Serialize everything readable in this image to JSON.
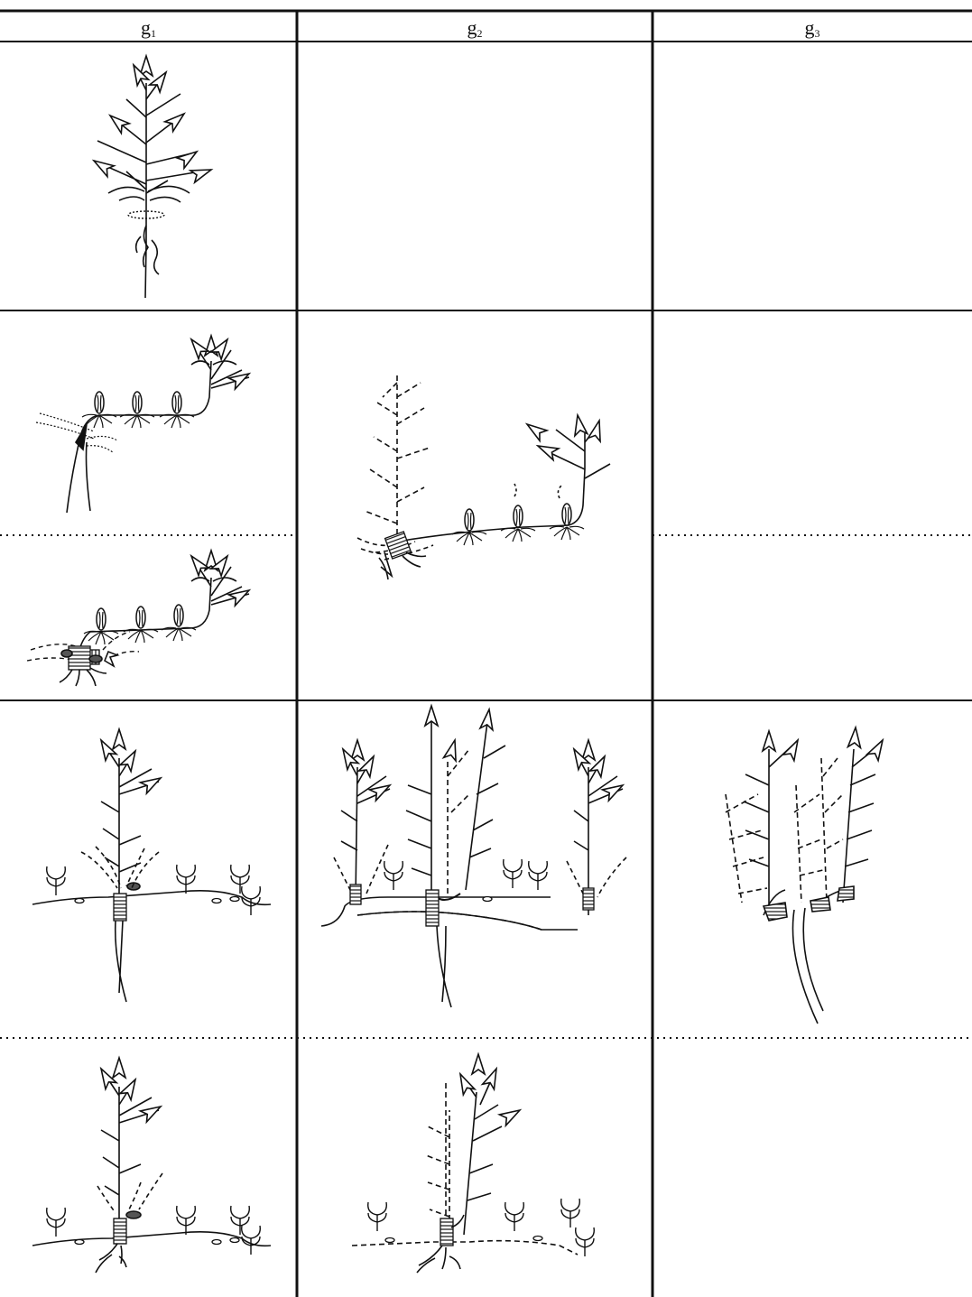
{
  "columns": [
    {
      "label": "g",
      "sub": "1"
    },
    {
      "label": "g",
      "sub": "2"
    },
    {
      "label": "g",
      "sub": "3"
    }
  ],
  "colors": {
    "line": "#111111",
    "background": "#ffffff"
  },
  "icons": [
    "sympodial-shoot",
    "hatched-rhizome-node",
    "rooting-bud"
  ]
}
